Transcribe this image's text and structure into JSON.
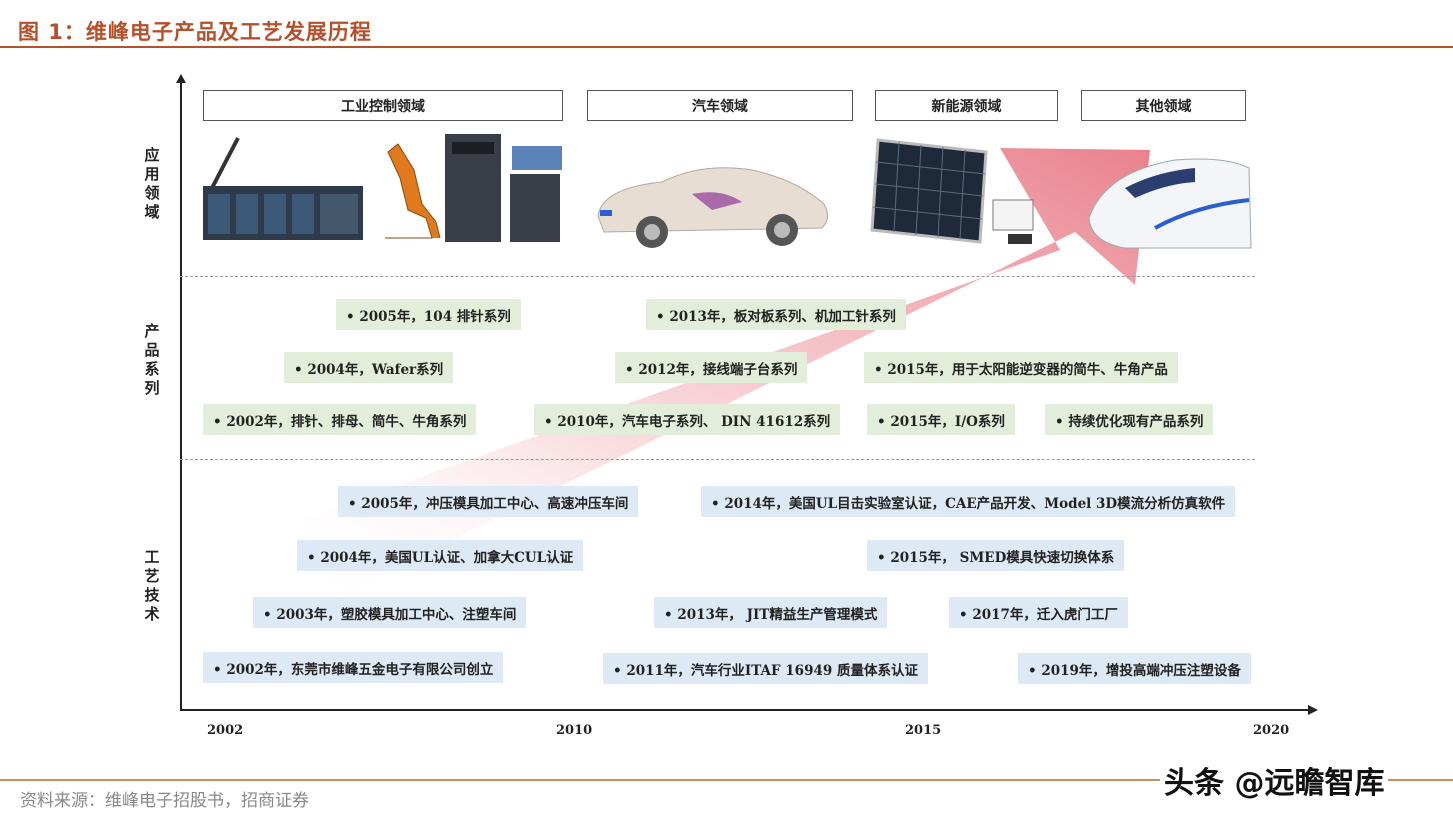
{
  "header": {
    "title": "图 1：维峰电子产品及工艺发展历程"
  },
  "bands": {
    "application": "应用领域",
    "product": "产品系列",
    "technology": "工艺技术"
  },
  "domains": [
    "工业控制领域",
    "汽车领域",
    "新能源领域",
    "其他领域"
  ],
  "products": [
    "• 2005年，104 排针系列",
    "• 2013年，板对板系列、机加工针系列",
    "• 2004年，Wafer系列",
    "• 2012年，接线端子台系列",
    "• 2015年，用于太阳能逆变器的简牛、牛角产品",
    "• 2002年，排针、排母、简牛、牛角系列",
    "• 2010年，汽车电子系列、 DIN 41612系列",
    "• 2015年，I/O系列",
    "• 持续优化现有产品系列"
  ],
  "technologies": [
    "• 2005年，冲压模具加工中心、高速冲压车间",
    "• 2014年，美国UL目击实验室认证，CAE产品开发、Model 3D模流分析仿真软件",
    "• 2004年，美国UL认证、加拿大CUL认证",
    "• 2015年， SMED模具快速切换体系",
    "• 2003年，塑胶模具加工中心、注塑车间",
    "• 2013年， JIT精益生产管理模式",
    "• 2017年，迁入虎门工厂",
    "• 2002年，东莞市维峰五金电子有限公司创立",
    "• 2011年，汽车行业ITAF 16949 质量体系认证",
    "• 2019年，增投高端冲压注塑设备"
  ],
  "years": [
    "2002",
    "2010",
    "2015",
    "2020"
  ],
  "footer": {
    "source": "资料来源：维峰电子招股书，招商证券",
    "watermark": "头条 @远瞻智库"
  },
  "colors": {
    "accent": "#b5512a",
    "product_bg": "#e3eeda",
    "tech_bg": "#dde9f4",
    "arrow": "#e87a86"
  }
}
